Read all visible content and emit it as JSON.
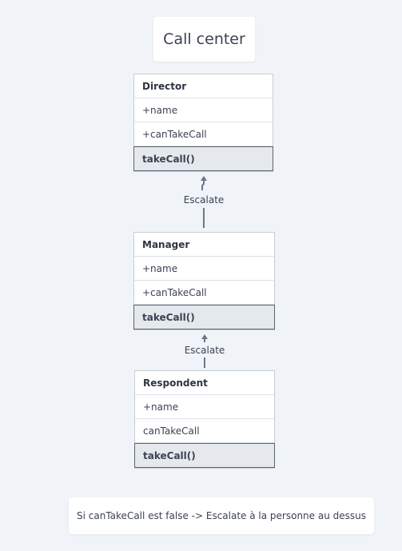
{
  "title": "Call center",
  "classes": {
    "director": {
      "name": "Director",
      "attributes": [
        "+name",
        "+canTakeCall"
      ],
      "method": "takeCall()"
    },
    "manager": {
      "name": "Manager",
      "attributes": [
        "+name",
        "+canTakeCall"
      ],
      "method": "takeCall()"
    },
    "respondent": {
      "name": "Respondent",
      "attributes": [
        "+name",
        "canTakeCall"
      ],
      "method": "takeCall()"
    }
  },
  "relations": {
    "manager_to_director": "Escalate",
    "respondent_to_manager": "Escalate"
  },
  "note": "Si canTakeCall est false -> Escalate à la personne au dessus",
  "colors": {
    "background": "#f0f4f8",
    "connector": "#6b7686",
    "method_fill": "#e5e8ec"
  }
}
